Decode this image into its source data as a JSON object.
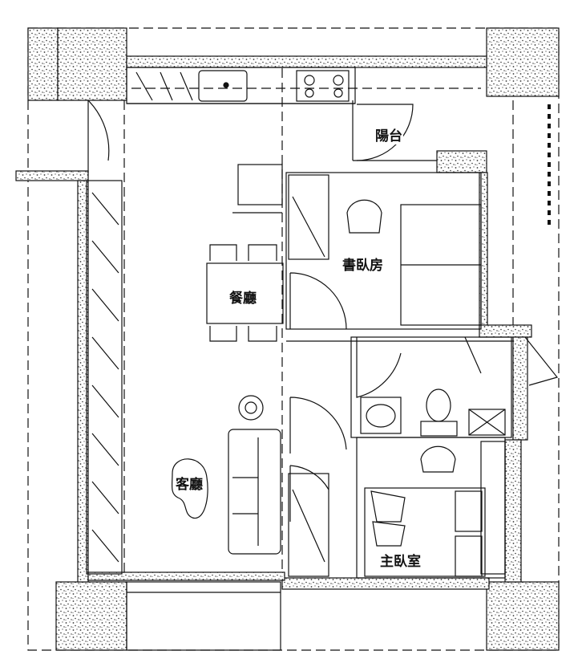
{
  "rooms": {
    "balcony": "陽台",
    "study_bedroom": "書臥房",
    "dining": "餐廳",
    "living": "客廳",
    "master_bedroom": "主臥室"
  },
  "colors": {
    "line": "#111111",
    "background": "#ffffff",
    "concrete": "#555555"
  }
}
